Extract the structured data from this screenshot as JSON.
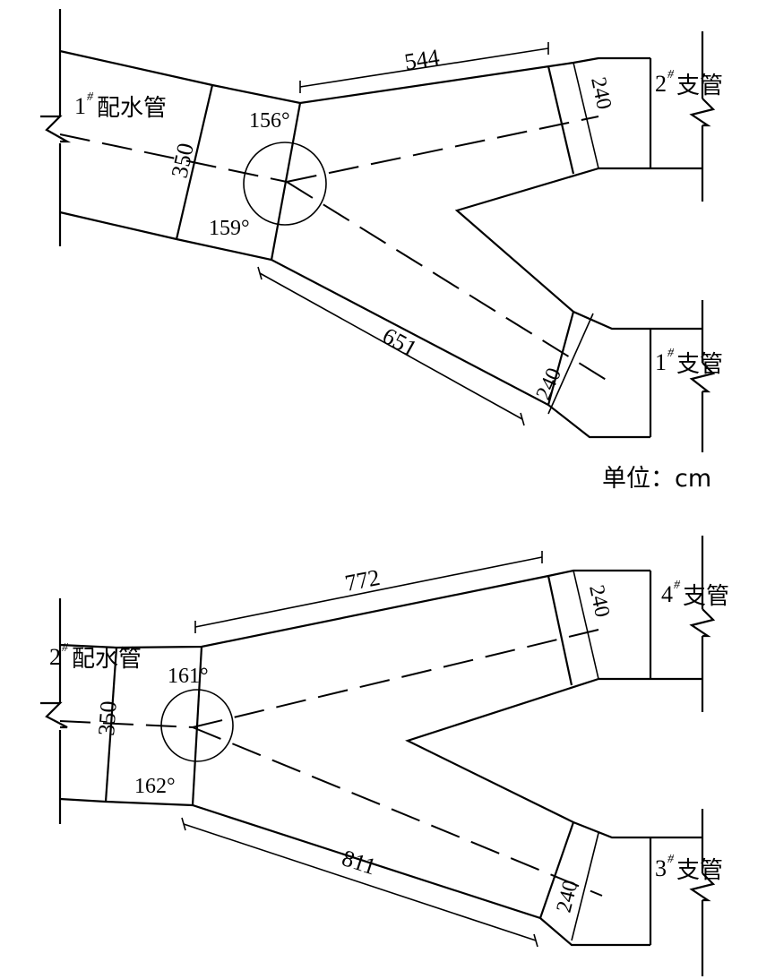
{
  "unit_label": "单位：cm",
  "top_diagram": {
    "main_pipe": {
      "num": "1",
      "sup": "#",
      "name": "配水管"
    },
    "branch_upper": {
      "num": "2",
      "sup": "#",
      "name": "支管"
    },
    "branch_lower": {
      "num": "1",
      "sup": "#",
      "name": "支管"
    },
    "dim_main_width": "350",
    "dim_upper_length": "544",
    "dim_lower_length": "651",
    "dim_upper_width": "240",
    "dim_lower_width": "240",
    "angle_upper": "156°",
    "angle_lower": "159°"
  },
  "bottom_diagram": {
    "main_pipe": {
      "num": "2",
      "sup": "#",
      "name": "配水管"
    },
    "branch_upper": {
      "num": "4",
      "sup": "#",
      "name": "支管"
    },
    "branch_lower": {
      "num": "3",
      "sup": "#",
      "name": "支管"
    },
    "dim_main_width": "350",
    "dim_upper_length": "772",
    "dim_lower_length": "811",
    "dim_upper_width": "240",
    "dim_lower_width": "240",
    "angle_upper": "161°",
    "angle_lower": "162°"
  }
}
